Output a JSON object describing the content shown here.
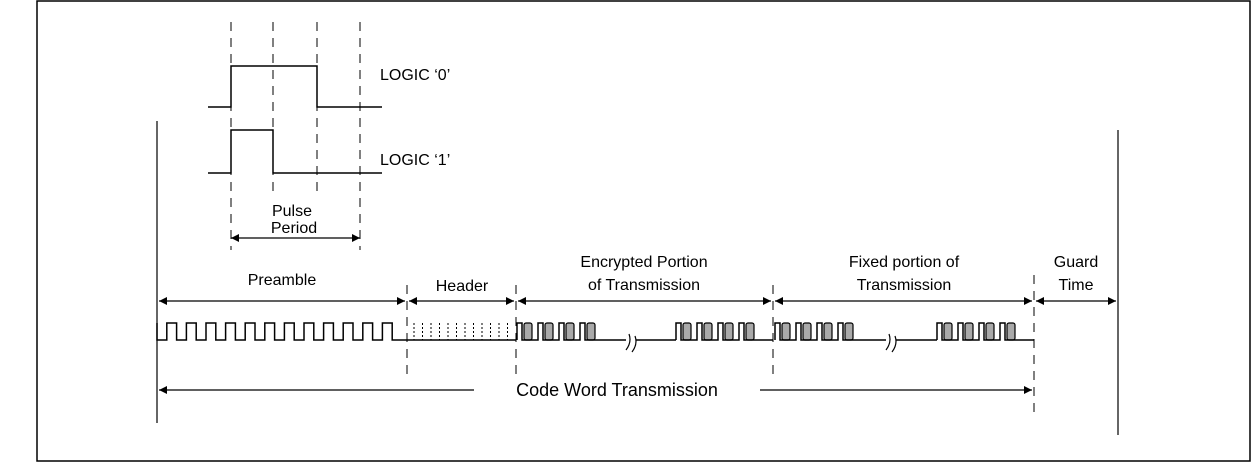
{
  "labels": {
    "logic0": "LOGIC ‘0’",
    "logic1": "LOGIC ‘1’",
    "pulse": "Pulse",
    "period": "Period",
    "preamble": "Preamble",
    "header": "Header",
    "encrypted_1": "Encrypted Portion",
    "encrypted_2": "of  Transmission",
    "fixed_1": "Fixed portion of",
    "fixed_2": "Transmission",
    "guard_1": "Guard",
    "guard_2": "Time",
    "code_word": "Code Word Transmission"
  }
}
